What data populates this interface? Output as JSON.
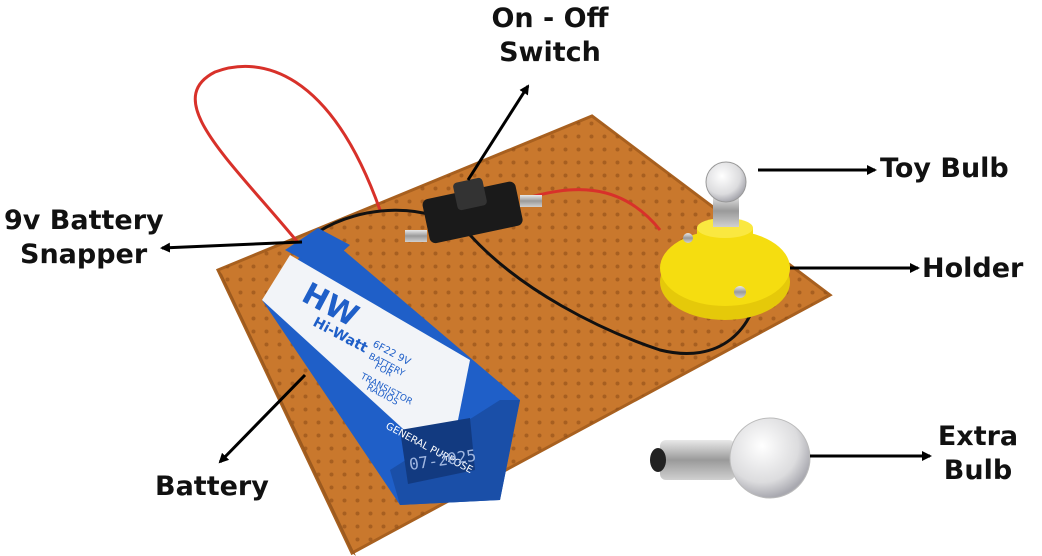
{
  "labels": {
    "switch_line1": "On - Off",
    "switch_line2": "Switch",
    "toy_bulb": "Toy Bulb",
    "snapper_line1": "9v Battery",
    "snapper_line2": "Snapper",
    "holder": "Holder",
    "battery": "Battery",
    "extra_line1": "Extra",
    "extra_line2": "Bulb"
  },
  "battery_print": {
    "brand_logo": "HW",
    "brand_name": "Hi-Watt",
    "model": "6F22 9V",
    "text1": "BATTERY",
    "text2": "FOR",
    "text3": "TRANSISTOR",
    "text4": "RADIOS",
    "purpose": "GENERAL PURPOSE",
    "expiry": "07-2025"
  },
  "colors": {
    "board": "#c9782d",
    "board_dark": "#a8601f",
    "battery_blue": "#1f5fc8",
    "battery_white": "#f2f4f8",
    "wire_red": "#d8312a",
    "wire_black": "#111111",
    "holder_yellow": "#f5dd10",
    "switch_black": "#1a1a1a",
    "arrow": "#000000"
  },
  "icons": [
    "battery-icon",
    "switch-icon",
    "bulb-icon",
    "holder-icon",
    "snapper-icon"
  ]
}
